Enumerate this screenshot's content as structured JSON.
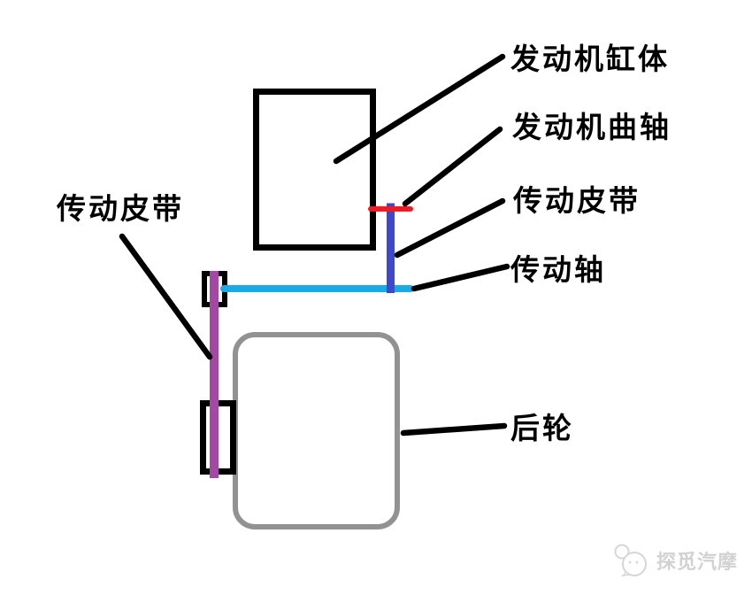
{
  "diagram": {
    "title_hint": "motorcycle-drivetrain-schematic",
    "labels": {
      "engine_block": "发动机缸体",
      "crankshaft": "发动机曲轴",
      "belt_right": "传动皮带",
      "drive_shaft": "传动轴",
      "belt_left": "传动皮带",
      "rear_wheel": "后轮"
    },
    "colors": {
      "outline": "#000000",
      "crankshaft_red": "#ed1c24",
      "belt_indigo": "#3f48cc",
      "shaft_cyan": "#1aaae6",
      "belt_purple": "#a349a4",
      "wheel_gray": "#929292",
      "watermark_gray": "#d2d2d2"
    }
  },
  "watermark": {
    "text": "探觅汽摩"
  }
}
